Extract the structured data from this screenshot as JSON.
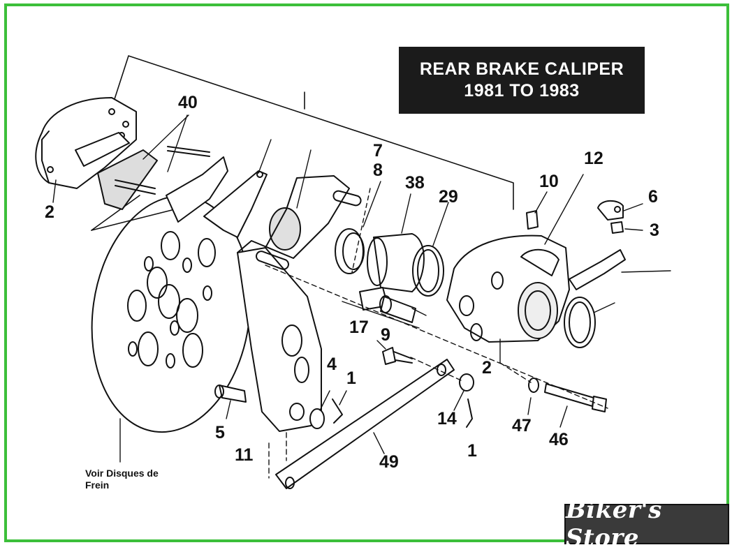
{
  "title": {
    "line1": "REAR BRAKE CALIPER",
    "line2": "1981 TO 1983"
  },
  "callouts": {
    "c40": "40",
    "c2_left": "2",
    "c7": "7",
    "c8": "8",
    "c38": "38",
    "c29": "29",
    "c12": "12",
    "c10": "10",
    "c6": "6",
    "c3": "3",
    "c17": "17",
    "c9": "9",
    "c2_right": "2",
    "c4": "4",
    "c1_left": "1",
    "c5": "5",
    "c11": "11",
    "c49": "49",
    "c14": "14",
    "c1_right": "1",
    "c47": "47",
    "c46": "46"
  },
  "note": {
    "line1": "Voir Disques de",
    "line2": "Frein"
  },
  "store": "Biker's Store",
  "colors": {
    "frame": "#3cbf3a",
    "title_bg": "#1b1b1b",
    "ink": "#111111"
  }
}
